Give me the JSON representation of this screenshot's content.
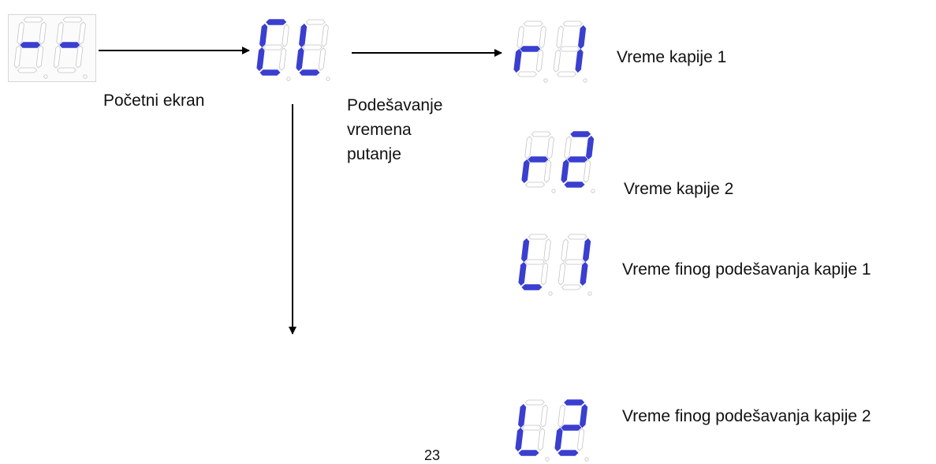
{
  "labels": {
    "start_screen": "Početni ekran",
    "path_time_setting": "Podešavanje\nvremena\nputanje",
    "gate1_time": "Vreme kapije 1",
    "gate2_time": "Vreme kapije 2",
    "gate1_fine_time": "Vreme finog podešavanja kapije 1",
    "gate2_fine_time": "Vreme finog podešavanja kapije 2"
  },
  "page_number": "23",
  "colors": {
    "segment_on": "#3a3fd0",
    "segment_off": "#c4c4c4",
    "arrow": "#000000"
  },
  "displays": {
    "start": [
      "-",
      "-"
    ],
    "cl": [
      "C",
      "L"
    ],
    "r1": [
      "r",
      "1"
    ],
    "r2": [
      "r",
      "2"
    ],
    "l1": [
      "L",
      "1"
    ],
    "l2": [
      "L",
      "2"
    ]
  }
}
